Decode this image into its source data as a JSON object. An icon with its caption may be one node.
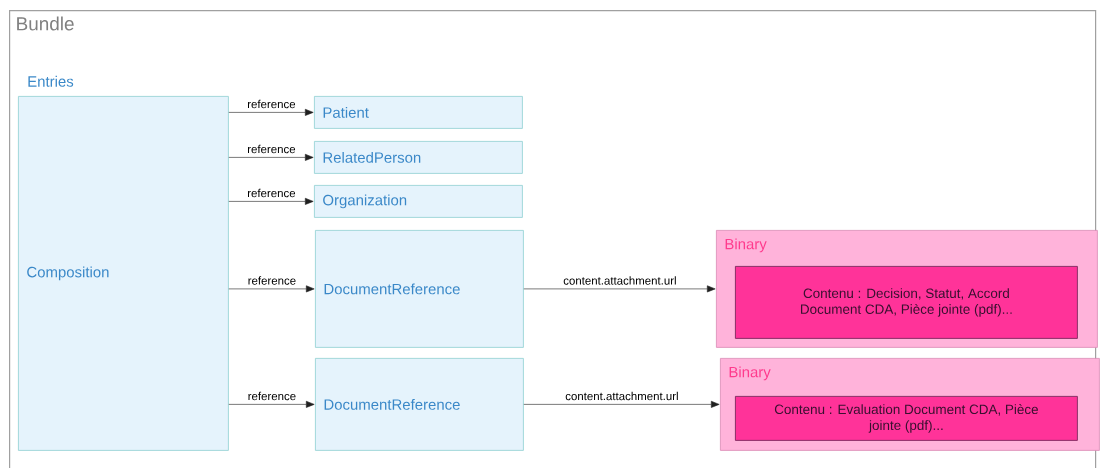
{
  "diagram": {
    "nodes": [
      {
        "text": [
          "Bundle"
        ]
      },
      {
        "text": [
          "Composition"
        ],
        "in": 0,
        "beside": [
          "Entries"
        ]
      },
      {
        "text": [
          "Patient"
        ],
        "in": 0
      },
      {
        "text": [
          "RelatedPerson"
        ],
        "in": 0
      },
      {
        "text": [
          "Organization"
        ],
        "in": 0
      },
      {
        "text": [
          "DocumentReference"
        ],
        "in": 0
      },
      {
        "text": [
          "DocumentReference"
        ],
        "in": 0
      },
      {
        "text": [
          "Binary"
        ],
        "in": 0
      },
      {
        "text": [
          "Contenu : Decision, Statut, Accord Document CDA, Pièce jointe (pdf)..."
        ],
        "in": 7
      },
      {
        "text": [
          "Binary"
        ],
        "in": 0
      },
      {
        "text": [
          "Contenu : Evaluation Document CDA, Pièce jointe (pdf)..."
        ],
        "in": 9
      }
    ],
    "edges": [
      {
        "from": 1,
        "to": 2,
        "arrow": "to",
        "label": "reference"
      },
      {
        "from": 1,
        "to": 3,
        "arrow": "to",
        "label": "reference"
      },
      {
        "from": 1,
        "to": 4,
        "arrow": "to",
        "label": "reference"
      },
      {
        "from": 1,
        "to": 5,
        "arrow": "to",
        "label": "reference"
      },
      {
        "from": 1,
        "to": 6,
        "arrow": "to",
        "label": "reference"
      },
      {
        "from": 5,
        "to": 7,
        "arrow": "to",
        "label": "content.attachment.url"
      },
      {
        "from": 6,
        "to": 9,
        "arrow": "to",
        "label": "content.attachment.url"
      }
    ]
  }
}
